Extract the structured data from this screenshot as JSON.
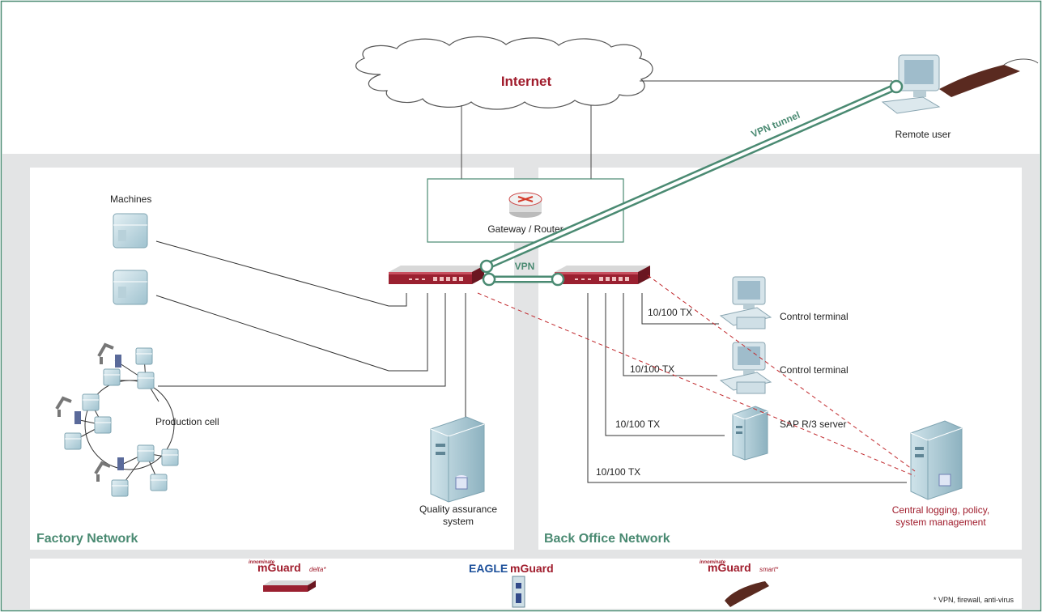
{
  "internet": {
    "label": "Internet"
  },
  "remote_user": {
    "label": "Remote user"
  },
  "vpn_tunnel": {
    "label": "VPN tunnel"
  },
  "vpn": {
    "label": "VPN"
  },
  "gateway": {
    "label": "Gateway / Router"
  },
  "factory": {
    "title": "Factory Network",
    "machines_label": "Machines",
    "production_cell_label": "Production cell",
    "qa_label_line1": "Quality assurance",
    "qa_label_line2": "system"
  },
  "back_office": {
    "title": "Back Office Network",
    "link_labels": [
      "10/100 TX",
      "10/100 TX",
      "10/100 TX",
      "10/100 TX"
    ],
    "control_terminal_1": "Control terminal",
    "control_terminal_2": "Control terminal",
    "sap_server": "SAP R/3 server",
    "central_line1": "Central logging, policy,",
    "central_line2": "system management"
  },
  "products": {
    "delta_prefix": "innominate",
    "delta_name": "mGuard",
    "delta_suffix": "delta*",
    "eagle_prefix": "EAGLE",
    "eagle_name": "mGuard",
    "smart_prefix": "innominate",
    "smart_name": "mGuard",
    "smart_suffix": "smart*",
    "footnote": "* VPN, firewall, anti-virus"
  },
  "colors": {
    "frame": "#4a8a72",
    "panel_bg": "#e3e4e5",
    "title_green": "#4a8a72",
    "brand_red": "#a01c2c",
    "vpn_green": "#4a8a72",
    "dashed_red": "#c0282c"
  }
}
